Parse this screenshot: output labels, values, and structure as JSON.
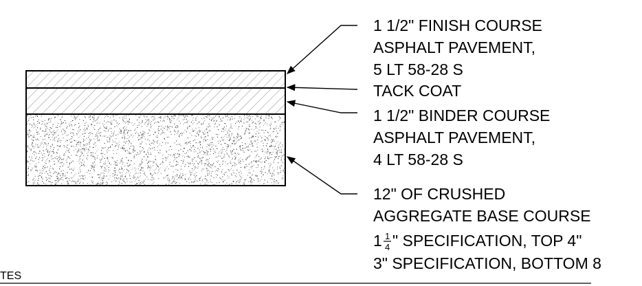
{
  "layers": [
    {
      "name": "finish-course",
      "pattern": "diagonal-hatch-light",
      "callout": [
        "1 1/2\" FINISH COURSE",
        "ASPHALT PAVEMENT,",
        "5 LT 58-28 S"
      ]
    },
    {
      "name": "tack-coat",
      "pattern": "line",
      "callout": [
        "TACK COAT"
      ]
    },
    {
      "name": "binder-course",
      "pattern": "diagonal-hatch",
      "callout": [
        "1 1/2\" BINDER COURSE",
        "ASPHALT PAVEMENT,",
        "4 LT 58-28 S"
      ]
    },
    {
      "name": "aggregate-base",
      "pattern": "stipple",
      "callout": [
        "12\"  OF CRUSHED",
        "AGGREGATE BASE COURSE"
      ]
    }
  ],
  "spec_lines": {
    "line1_whole": "1",
    "line1_frac_num": "1",
    "line1_frac_den": "4",
    "line1_rest": "\" SPECIFICATION, TOP 4\"",
    "line2": "3\" SPECIFICATION, BOTTOM 8"
  },
  "notes_label": "TES",
  "colors": {
    "ink": "#000000",
    "background": "#ffffff"
  }
}
